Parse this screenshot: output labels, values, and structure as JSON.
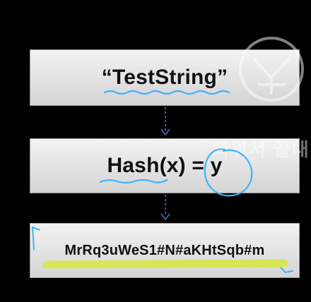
{
  "boxes": {
    "input": "“TestString”",
    "function": "Hash(x) = y",
    "output": "MrRq3uWeS1#N#aKHtSqb#m"
  },
  "watermark": {
    "text": "외워서 끝내"
  },
  "colors": {
    "background": "#000000",
    "box_fill": "#e6e6e6",
    "arrow": "#4a6bbf",
    "pen": "#3cb4ff",
    "highlight": "#d6e84a"
  }
}
